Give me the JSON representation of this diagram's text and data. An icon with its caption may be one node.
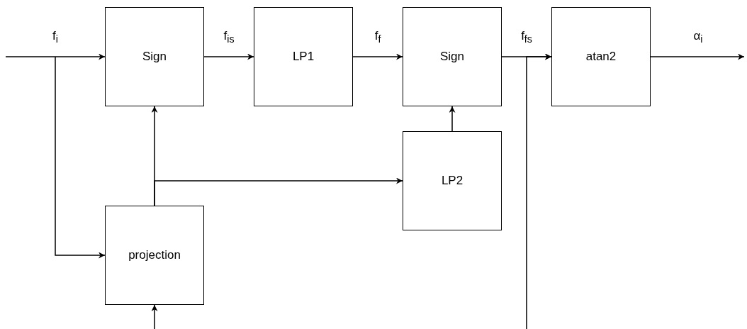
{
  "diagram": {
    "nodes": [
      {
        "text": [
          "Sign"
        ]
      },
      {
        "text": [
          "LP1"
        ]
      },
      {
        "text": [
          "Sign"
        ]
      },
      {
        "text": [
          "atan2"
        ]
      },
      {
        "text": [
          "LP2"
        ]
      },
      {
        "text": [
          "projection"
        ]
      }
    ],
    "edges": [
      {
        "from": null,
        "to": 0,
        "arrow": "to",
        "label": "f$_{i}$"
      },
      {
        "from": null,
        "to": 5,
        "arrow": "to"
      },
      {
        "from": 0,
        "to": 1,
        "arrow": "to",
        "label": "f$_{is}$"
      },
      {
        "from": 1,
        "to": 2,
        "arrow": "to",
        "label": "f$_{f}$"
      },
      {
        "from": 2,
        "to": 3,
        "arrow": "to",
        "label": "f$_{fs}$"
      },
      {
        "from": null,
        "to": 3,
        "arrow": "to"
      },
      {
        "from": 3,
        "to": null,
        "arrow": "to",
        "label": "α$_{i}$"
      },
      {
        "from": 5,
        "to": 0,
        "arrow": "to"
      },
      {
        "from": 5,
        "to": 4,
        "arrow": "to"
      },
      {
        "from": 4,
        "to": 2,
        "arrow": "to"
      },
      {
        "from": null,
        "to": 5,
        "arrow": "to"
      }
    ]
  }
}
